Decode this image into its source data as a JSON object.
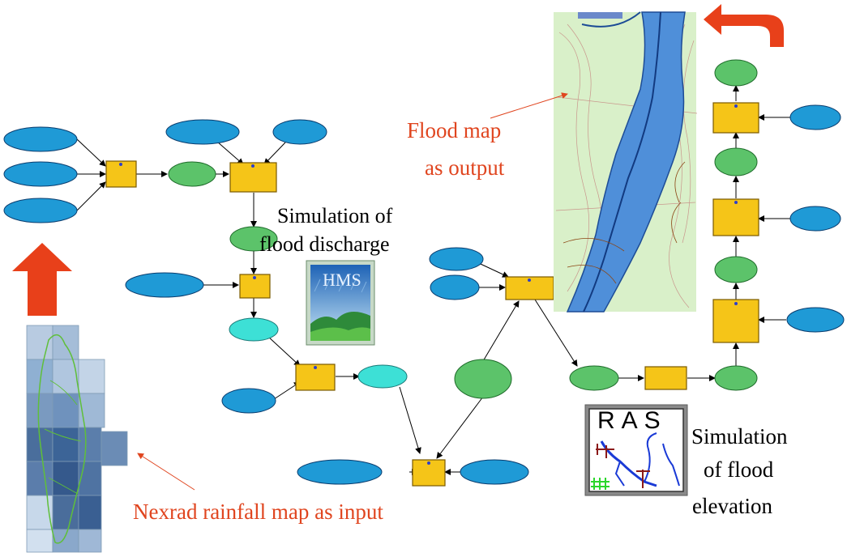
{
  "captions": {
    "hms_line1": "Simulation of",
    "hms_line2": "flood discharge",
    "hms_logo": "HMS",
    "floodmap_line1": "Flood map",
    "floodmap_line2": "as output",
    "ras_line1": "Simulation",
    "ras_line2": "of flood",
    "ras_line3": "elevation",
    "ras_logo": "RAS",
    "nexrad": "Nexrad rainfall map as input"
  },
  "colors": {
    "caption_red": "#e0451f",
    "input_ellipse": "#1f9ad6",
    "output_ellipse": "#5cc36a",
    "intermediate_ellipse": "#3de0d6",
    "process_box": "#f5c518",
    "arrow_red": "#e8401a",
    "flood_blue": "#4f8fd9"
  },
  "icons": [
    "hms-logo-icon",
    "ras-logo-icon",
    "up-arrow-icon",
    "curved-arrow-icon"
  ]
}
